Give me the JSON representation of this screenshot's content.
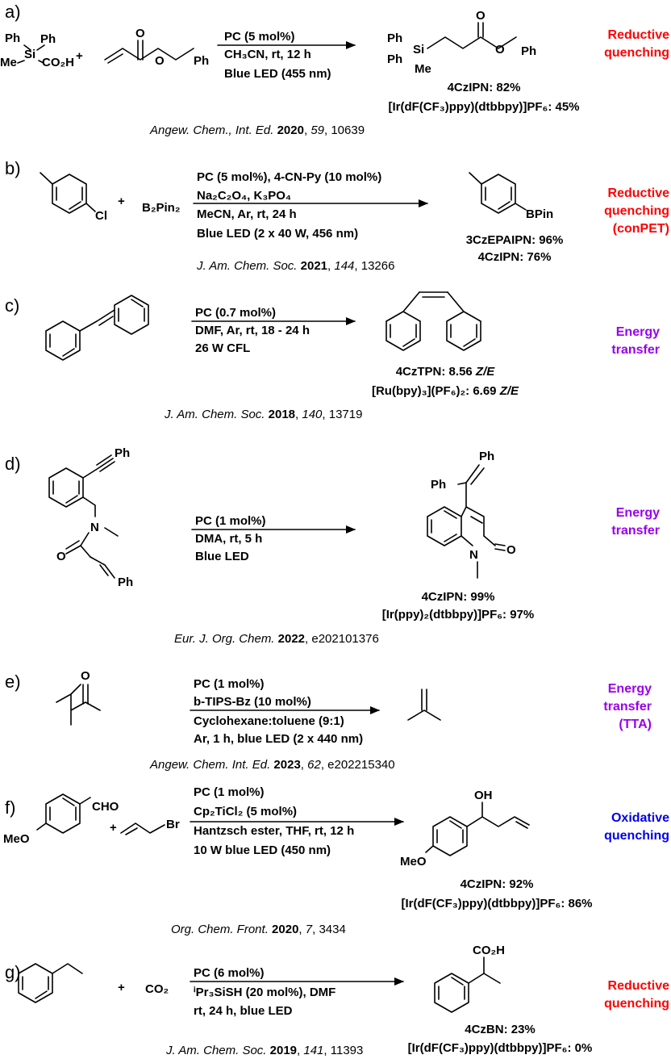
{
  "colors": {
    "reductive": "#ff0000",
    "energy": "#9900ee",
    "oxidative": "#0000ee"
  },
  "rows": [
    {
      "label": "a)",
      "reactants": {
        "ph": "Ph",
        "si": "Si",
        "me": "Me",
        "co2h": "CO₂H",
        "plus_charge": "+",
        "ph2": "Ph"
      },
      "conditions": [
        "PC (5 mol%)",
        "CH₃CN, rt, 12 h",
        "Blue LED (455 nm)"
      ],
      "product": {
        "ph": "Ph",
        "si": "Si",
        "me": "Me",
        "o": "O",
        "ph2": "Ph"
      },
      "results": [
        "4CzIPN: 82%",
        "[Ir(dF(CF₃)ppy)(dtbbpy)]PF₆: 45%"
      ],
      "ref": {
        "journal": "Angew. Chem., Int. Ed.",
        "year": "2020",
        "volume": "59",
        "page": "10639"
      },
      "mechanism": [
        "Reductive",
        "quenching"
      ]
    },
    {
      "label": "b)",
      "reactants": {
        "cl": "Cl",
        "plus": "+",
        "b2pin2": "B₂Pin₂"
      },
      "conditions": [
        "PC (5 mol%), 4-CN-Py (10 mol%)",
        "Na₂C₂O₄, K₃PO₄",
        "MeCN, Ar, rt, 24 h",
        "Blue LED (2 x 40 W, 456 nm)"
      ],
      "product": {
        "bpin": "BPin"
      },
      "results": [
        "3CzEPAIPN: 96%",
        "4CzIPN: 76%"
      ],
      "ref": {
        "journal": "J. Am. Chem. Soc.",
        "year": "2021",
        "volume": "144",
        "page": "13266"
      },
      "mechanism": [
        "Reductive",
        "quenching",
        "(conPET)"
      ]
    },
    {
      "label": "c)",
      "conditions": [
        "PC (0.7 mol%)",
        "DMF, Ar, rt, 18 - 24 h",
        "26 W CFL"
      ],
      "results": [
        "4CzTPN: 8.56 ",
        "[Ru(bpy)₃](PF₆)₂: 6.69 "
      ],
      "result_suffix": "Z/E",
      "ref": {
        "journal": "J. Am. Chem. Soc.",
        "year": "2018",
        "volume": "140",
        "page": "13719"
      },
      "mechanism": [
        "Energy",
        "transfer"
      ]
    },
    {
      "label": "d)",
      "reactants": {
        "ph": "Ph",
        "n": "N",
        "o": "O",
        "ph2": "Ph"
      },
      "conditions": [
        "PC (1 mol%)",
        "DMA, rt, 5 h",
        "Blue LED"
      ],
      "product": {
        "ph": "Ph",
        "ph2": "Ph",
        "n": "N",
        "o": "O"
      },
      "results": [
        "4CzIPN: 99%",
        "[Ir(ppy)₂(dtbbpy)]PF₆: 97%"
      ],
      "ref": {
        "journal": "Eur. J. Org. Chem.",
        "year": "2022",
        "page": "e202101376"
      },
      "mechanism": [
        "Energy",
        "transfer"
      ]
    },
    {
      "label": "e)",
      "reactants": {
        "o": "O"
      },
      "conditions": [
        "PC (1 mol%)",
        "b-TIPS-Bz (10 mol%)",
        "Cyclohexane:toluene (9:1)",
        "Ar, 1 h, blue LED (2 x 440 nm)"
      ],
      "ref": {
        "journal": "Angew. Chem. Int. Ed.",
        "year": "2023",
        "volume": "62",
        "page": "e202215340"
      },
      "mechanism": [
        "Energy",
        "transfer",
        "(TTA)"
      ]
    },
    {
      "label": "f)",
      "reactants": {
        "cho": "CHO",
        "meo": "MeO",
        "plus": "+",
        "br": "Br"
      },
      "conditions": [
        "PC (1 mol%)",
        "Cp₂TiCl₂ (5 mol%)",
        "Hantzsch ester, THF, rt, 12 h",
        "10 W blue LED (450 nm)"
      ],
      "product": {
        "oh": "OH",
        "meo": "MeO"
      },
      "results": [
        "4CzIPN: 92%",
        "[Ir(dF(CF₃)ppy)(dtbbpy)]PF₆: 86%"
      ],
      "ref": {
        "journal": "Org. Chem. Front.",
        "year": "2020",
        "volume": "7",
        "page": "3434"
      },
      "mechanism": [
        "Oxidative",
        "quenching"
      ]
    },
    {
      "label": "g)",
      "reactants": {
        "plus": "+",
        "co2": "CO₂"
      },
      "conditions": [
        "PC (6 mol%)",
        "ⁱPr₃SiSH (20 mol%), DMF",
        "rt, 24 h, blue LED"
      ],
      "product": {
        "co2h": "CO₂H"
      },
      "results": [
        "4CzBN: 23%",
        "[Ir(dF(CF₃)ppy)(dtbbpy)]PF₆: 0%"
      ],
      "ref": {
        "journal": "J. Am. Chem. Soc.",
        "year": "2019",
        "volume": "141",
        "page": "11393"
      },
      "mechanism": [
        "Reductive",
        "quenching"
      ]
    }
  ]
}
